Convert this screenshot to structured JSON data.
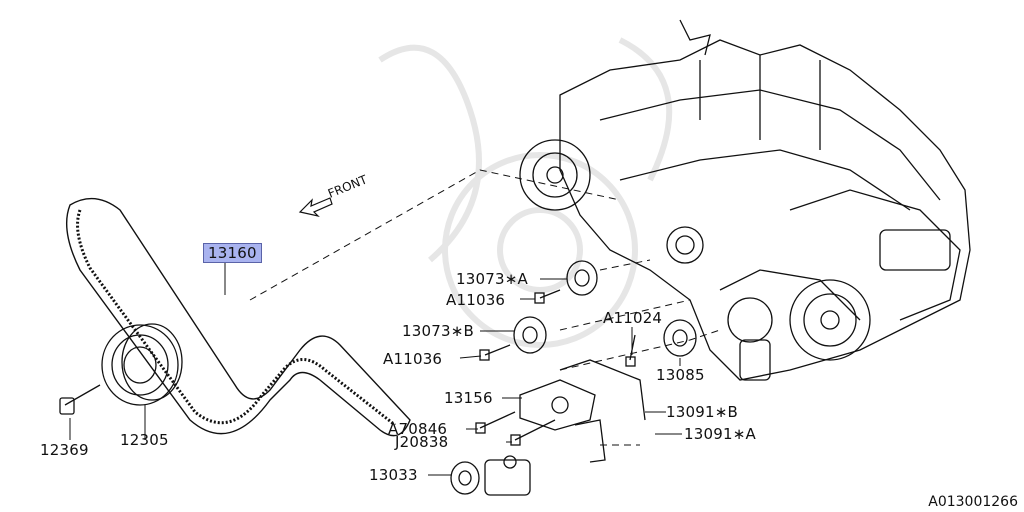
{
  "labels": {
    "p13160": "13160",
    "p13073a": "13073∗A",
    "p13073b": "13073∗B",
    "a11036_1": "A11036",
    "a11036_2": "A11036",
    "a11024": "A11024",
    "p13085": "13085",
    "p13156": "13156",
    "p13091b": "13091∗B",
    "p13091a": "13091∗A",
    "a70846": "A70846",
    "j20838": "J20838",
    "p13033": "13033",
    "p12369": "12369",
    "p12305": "12305"
  },
  "front": "FRONT",
  "diagram_code": "A013001266",
  "colors": {
    "highlight": "#a9b3ef",
    "line": "#111111"
  }
}
